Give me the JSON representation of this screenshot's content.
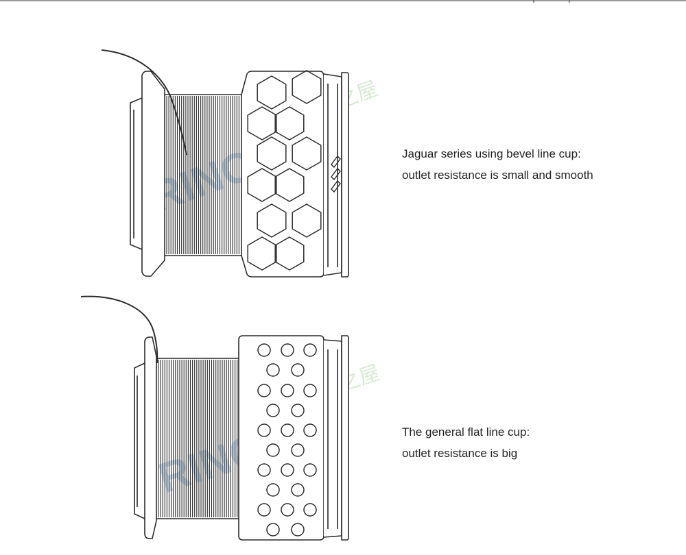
{
  "diagrams": [
    {
      "id": "bevel",
      "caption": {
        "line1": "Jaguar series using bevel line cup:",
        "line2": "outlet resistance is small and smooth"
      },
      "cup_pattern": "hexagon"
    },
    {
      "id": "flat",
      "caption": {
        "line1": "The general flat line cup:",
        "line2": "outlet resistance is big"
      },
      "cup_pattern": "circle"
    }
  ],
  "watermark": {
    "text": "RINOYA",
    "cjk_text": "钓之屋",
    "color": "#9fc0e0",
    "cjk_color": "#b8dcb0"
  },
  "colors": {
    "line": "#2a2a2a",
    "background": "#ffffff"
  }
}
